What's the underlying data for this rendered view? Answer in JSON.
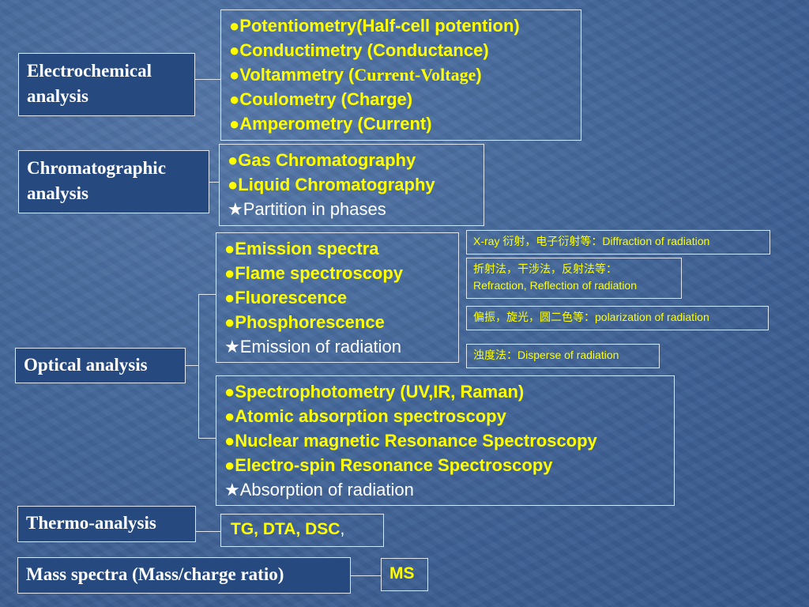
{
  "categories": {
    "electro": "Electrochemical analysis",
    "chromato": "Chromatographic analysis",
    "optical": "Optical analysis",
    "thermo": "Thermo-analysis",
    "mass": "Mass spectra (Mass/charge ratio)"
  },
  "electro_methods": [
    {
      "bullet": "●",
      "text": "Potentiometry(Half-cell potention)"
    },
    {
      "bullet": "●",
      "text": "Conductimetry (Conductance)"
    },
    {
      "bullet": "●",
      "text": "Voltammetry (",
      "serif_text": "Current-Voltage",
      "tail": ")"
    },
    {
      "bullet": "●",
      "text": "Coulometry (Charge)"
    },
    {
      "bullet": "●",
      "text": "Amperometry (Current)"
    }
  ],
  "chromato_methods": [
    {
      "bullet": "●",
      "text": "Gas Chromatography"
    },
    {
      "bullet": "●",
      "text": "Liquid Chromatography"
    },
    {
      "bullet": "★",
      "text": "Partition in phases"
    }
  ],
  "emission_methods": [
    {
      "bullet": "●",
      "text": "Emission spectra"
    },
    {
      "bullet": "●",
      "text": "Flame spectroscopy"
    },
    {
      "bullet": "●",
      "text": "Fluorescence"
    },
    {
      "bullet": "●",
      "text": "Phosphorescence"
    },
    {
      "bullet": "★",
      "text": "Emission of radiation"
    }
  ],
  "absorption_methods": [
    {
      "bullet": "●",
      "text": "Spectrophotometry (UV,IR, Raman)"
    },
    {
      "bullet": "●",
      "text": "Atomic absorption spectroscopy"
    },
    {
      "bullet": "●",
      "text": "Nuclear magnetic Resonance Spectroscopy"
    },
    {
      "bullet": "●",
      "text": "Electro-spin Resonance Spectroscopy"
    },
    {
      "bullet": "★",
      "text": "Absorption of radiation"
    }
  ],
  "notes": {
    "xray": "X-ray 衍射，电子衍射等：Diffraction of radiation",
    "refraction_line1": "折射法，干涉法，反射法等：",
    "refraction_line2": "Refraction, Reflection of radiation",
    "polarization": "偏振，旋光，圆二色等：polarization of radiation",
    "disperse": "浊度法：Disperse of radiation"
  },
  "thermo_methods": {
    "main": "TG, DTA, DSC",
    "tail": ","
  },
  "mass_methods": "MS"
}
